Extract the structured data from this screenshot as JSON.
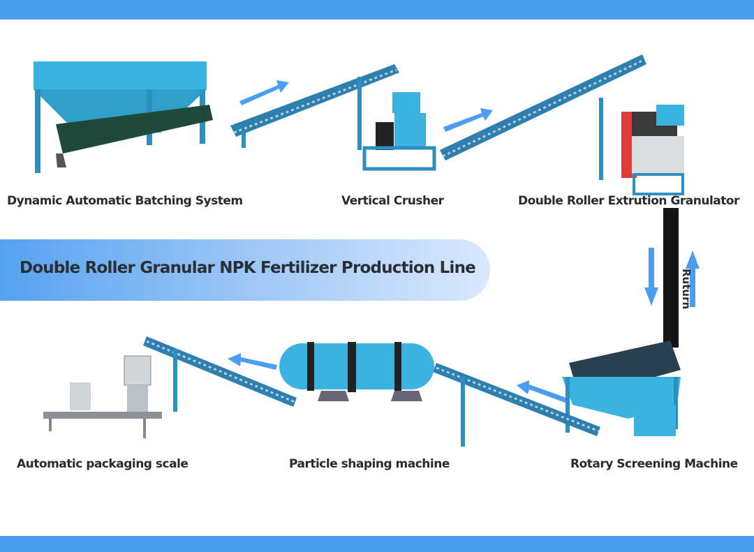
{
  "title": "Double Roller Granular NPK Fertilizer Production Line",
  "machines": {
    "batching": "Dynamic Automatic Batching System",
    "crusher": "Vertical Crusher",
    "granulator": "Double Roller Extrution Granulator",
    "screening": "Rotary Screening Machine",
    "shaping": "Particle shaping machine",
    "packaging": "Automatic packaging scale"
  },
  "return_label": "Ruturn",
  "colors": {
    "accent": "#4a9df0",
    "machine": "#3aa6d8",
    "text": "#2b2b2b"
  }
}
